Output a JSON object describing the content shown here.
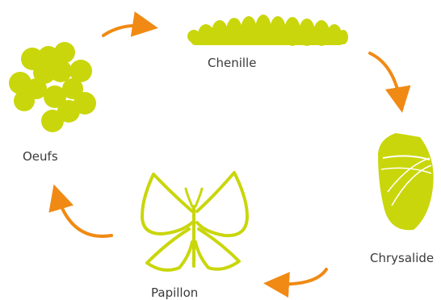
{
  "colors": {
    "lime": "#c9d60b",
    "lime_dark": "#a9b50a",
    "arrow": "#f08a14",
    "text": "#3a3a3a"
  },
  "stages": {
    "eggs": {
      "label": "Oeufs",
      "icon": "eggs-icon"
    },
    "caterpillar": {
      "label": "Chenille",
      "icon": "caterpillar-icon"
    },
    "chrysalis": {
      "label": "Chrysalide",
      "icon": "chrysalis-icon"
    },
    "butterfly": {
      "label": "Papillon",
      "icon": "butterfly-icon"
    }
  },
  "cycle_order": [
    "eggs",
    "caterpillar",
    "chrysalis",
    "butterfly"
  ]
}
